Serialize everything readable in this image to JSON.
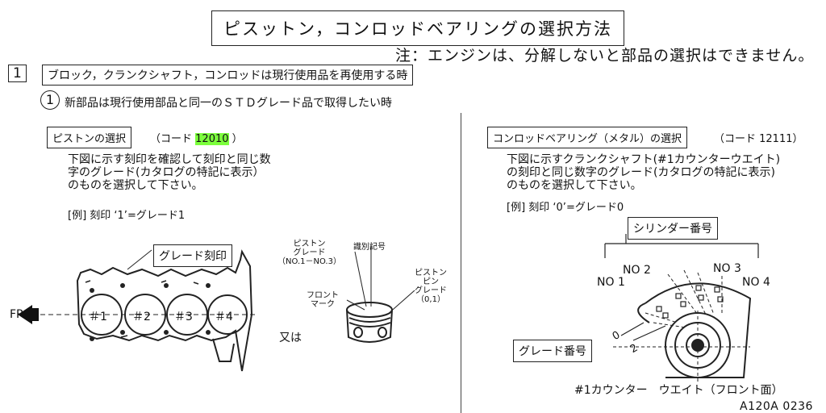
{
  "header": {
    "title": "ピスットン，コンロッドベアリングの選択方法",
    "note": "注：エンジンは、分解しないと部品の選択はできません。"
  },
  "section1": {
    "number": "1",
    "heading": "ブロック，クランクシャフト，コンロッドは現行使用品を再使用する時",
    "item_mark": "1",
    "item_text": "新部品は現行使用部品と同一のＳＴＤグレード品で取得したい時"
  },
  "piston": {
    "box_label": "ピストンの選択",
    "code_prefix": "（コード",
    "code": "12010",
    "code_suffix": "）",
    "desc": "下図に示す刻印を確認して刻印と同じ数字のグレード(カタログの特記に表示）のものを選択して下さい。",
    "example": "[例] 刻印 ‘1’=グレード1",
    "grade_stamp_label": "グレード刻印",
    "fr_label": "FR",
    "cyl_labels": [
      "＃1",
      "＃2",
      "＃3",
      "＃4"
    ],
    "or_label": "又は",
    "callout_piston_grade": [
      "ピストン",
      "グレード",
      "（NO.1－NO.3）"
    ],
    "callout_ident": "識別記号",
    "callout_front_mark": [
      "フロント",
      "マーク"
    ],
    "callout_pin_grade": [
      "ピストン",
      "ピン",
      "グレード",
      "（0,1）"
    ]
  },
  "bearing": {
    "box_label": "コンロッドベアリング（メタル）の選択",
    "code": "（コード 12111）",
    "desc": "下図に示すクランクシャフト(#1カウンターウエイト)の刻印と同じ数字のグレード(カタログの特記に表示)のものを選択して下さい。",
    "example": "[例] 刻印 ‘0’=グレード0",
    "cyl_number_label": "シリンダー番号",
    "no_labels": [
      "NO 1",
      "NO 2",
      "NO 3",
      "NO 4"
    ],
    "grade_no_label": "グレード番号",
    "stamp_digits": [
      "0",
      "2"
    ],
    "bottom_label": "#1カウンター　ウエイト（フロント面）"
  },
  "footer": {
    "ref": "A120A 0236"
  }
}
